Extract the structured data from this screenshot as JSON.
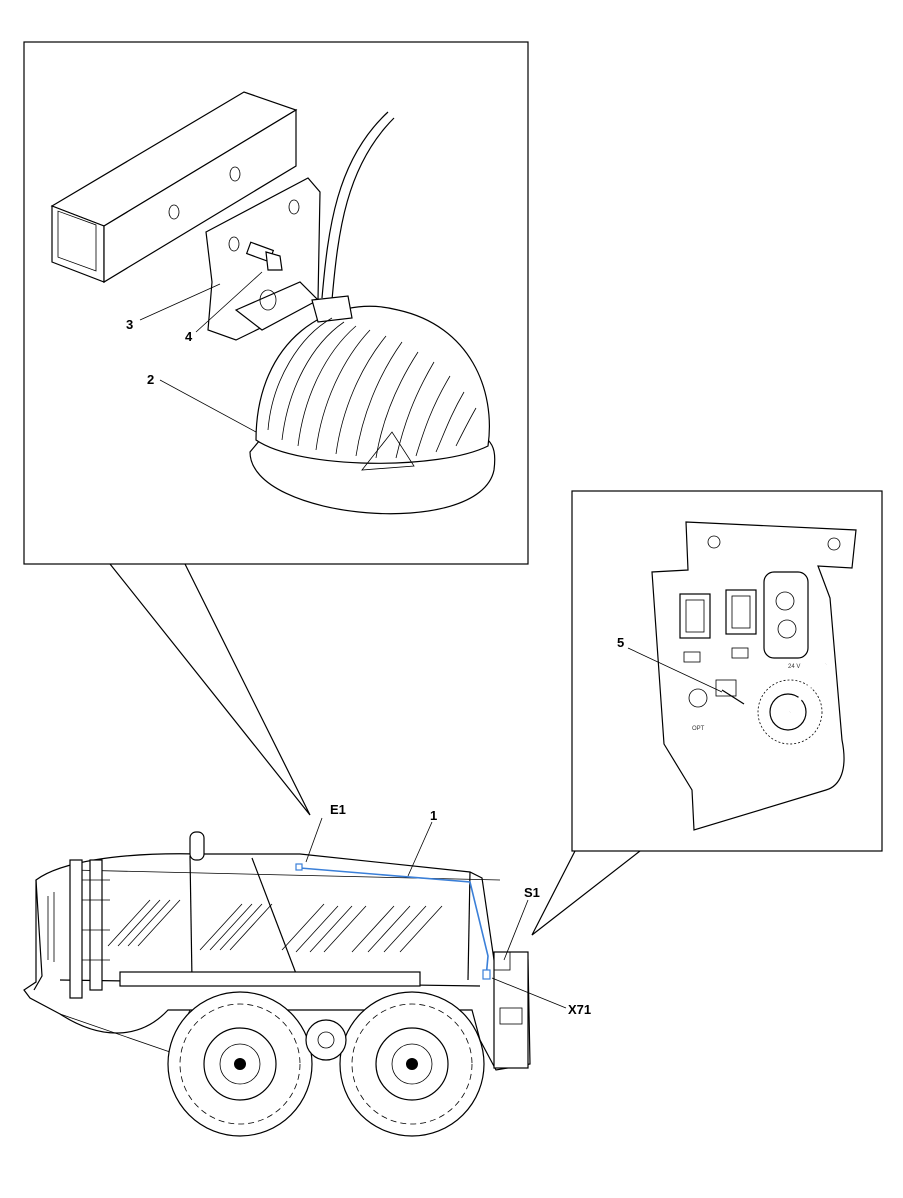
{
  "callouts": {
    "c1": "1",
    "c2": "2",
    "c3": "3",
    "c4": "4",
    "c5": "5",
    "e1": "E1",
    "s1": "S1",
    "x71": "X71"
  },
  "panel_marks": {
    "opt": "OPT",
    "volt": "24 V"
  },
  "colors": {
    "line": "#000000",
    "cable_highlight": "#3a7fd8"
  }
}
